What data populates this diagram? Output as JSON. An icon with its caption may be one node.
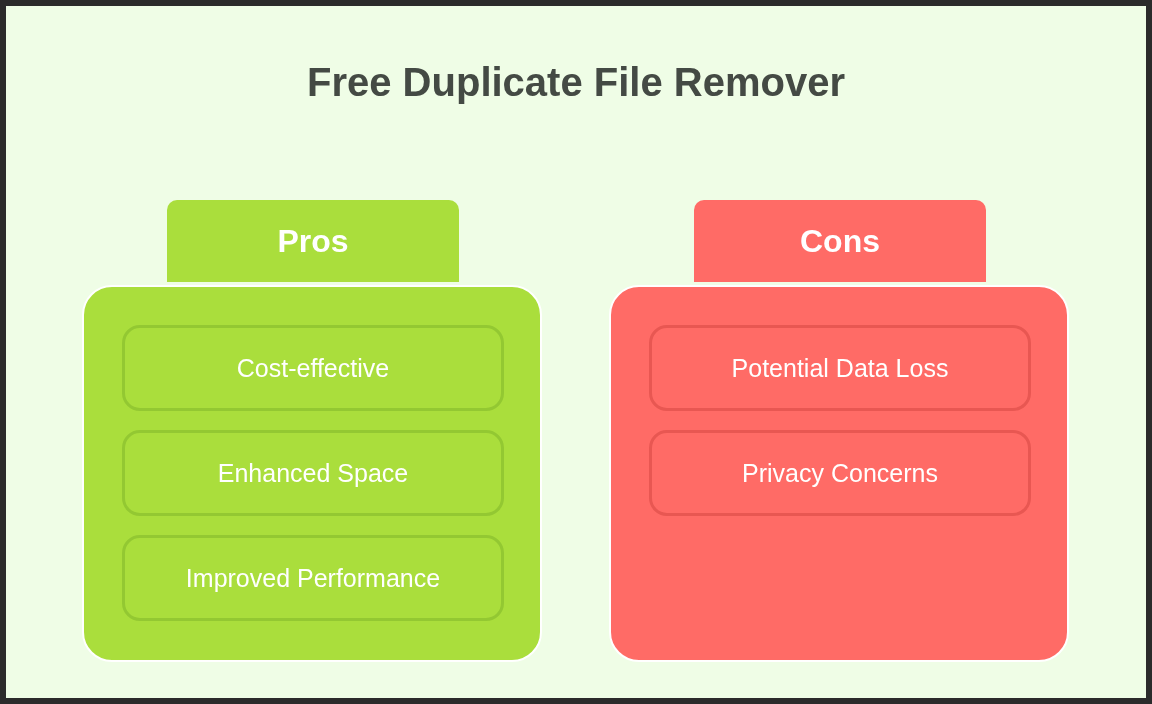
{
  "diagram": {
    "title": "Free Duplicate File Remover",
    "nodes": [
      {
        "text": [
          "Pros"
        ]
      },
      {
        "text": [
          "Cost-effective"
        ],
        "in": 0
      },
      {
        "text": [
          "Enhanced Space"
        ],
        "in": 0
      },
      {
        "text": [
          "Improved Performance"
        ],
        "in": 0
      },
      {
        "text": [
          "Cons"
        ]
      },
      {
        "text": [
          "Potential Data Loss"
        ],
        "in": 4
      },
      {
        "text": [
          "Privacy Concerns"
        ],
        "in": 4
      }
    ]
  }
}
